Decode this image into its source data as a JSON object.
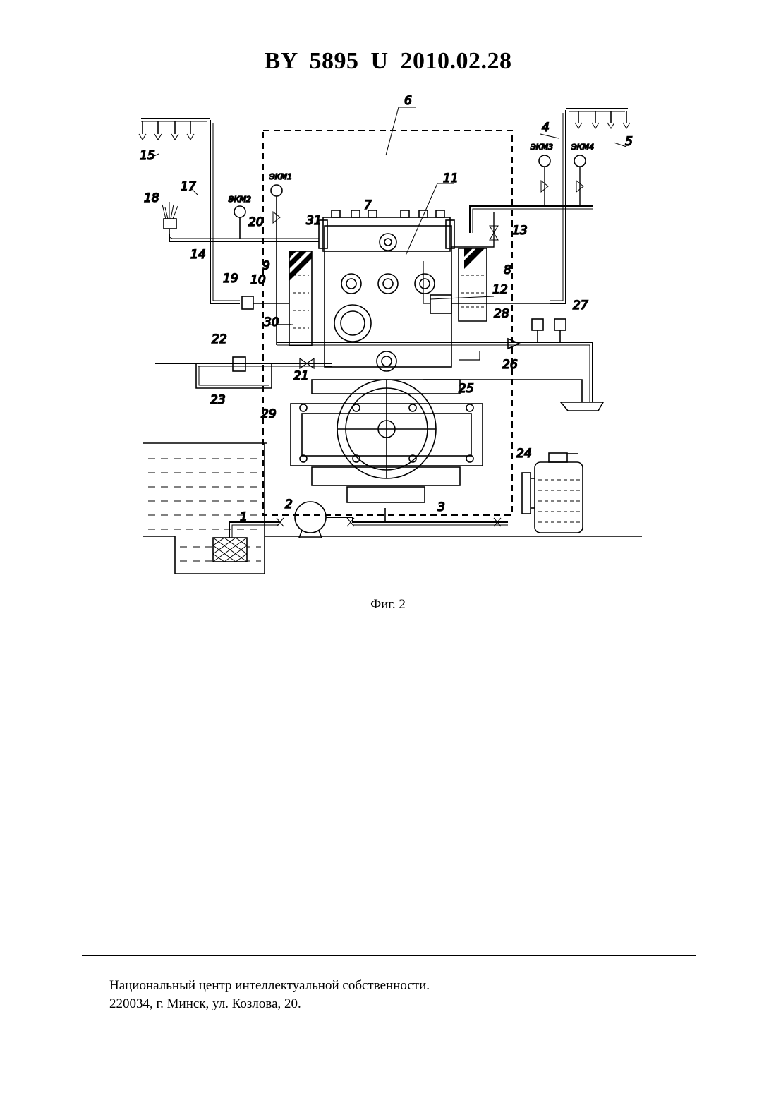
{
  "header": {
    "title": "BY  5895  U  2010.02.28"
  },
  "figure": {
    "caption": "Фиг. 2",
    "labels": [
      {
        "id": "1",
        "text": "1"
      },
      {
        "id": "2",
        "text": "2"
      },
      {
        "id": "3",
        "text": "3"
      },
      {
        "id": "4",
        "text": "4"
      },
      {
        "id": "5",
        "text": "5"
      },
      {
        "id": "6",
        "text": "6"
      },
      {
        "id": "7",
        "text": "7"
      },
      {
        "id": "8",
        "text": "8"
      },
      {
        "id": "9",
        "text": "9"
      },
      {
        "id": "10",
        "text": "10"
      },
      {
        "id": "11",
        "text": "11"
      },
      {
        "id": "12",
        "text": "12"
      },
      {
        "id": "13",
        "text": "13"
      },
      {
        "id": "14",
        "text": "14"
      },
      {
        "id": "15",
        "text": "15"
      },
      {
        "id": "17",
        "text": "17"
      },
      {
        "id": "18",
        "text": "18"
      },
      {
        "id": "19",
        "text": "19"
      },
      {
        "id": "20",
        "text": "20"
      },
      {
        "id": "21",
        "text": "21"
      },
      {
        "id": "22",
        "text": "22"
      },
      {
        "id": "23",
        "text": "23"
      },
      {
        "id": "24",
        "text": "24"
      },
      {
        "id": "25",
        "text": "25"
      },
      {
        "id": "26",
        "text": "26"
      },
      {
        "id": "27",
        "text": "27"
      },
      {
        "id": "28",
        "text": "28"
      },
      {
        "id": "29",
        "text": "29"
      },
      {
        "id": "30",
        "text": "30"
      },
      {
        "id": "31",
        "text": "31"
      }
    ],
    "gauges": [
      {
        "id": "ekm1",
        "text": "ЭКМ1"
      },
      {
        "id": "ekm2",
        "text": "ЭКМ2"
      },
      {
        "id": "ekm3",
        "text": "ЭКМ3"
      },
      {
        "id": "ekm4",
        "text": "ЭКМ4"
      }
    ]
  },
  "footer": {
    "line1": "Национальный центр интеллектуальной собственности.",
    "line2": "220034, г. Минск, ул. Козлова, 20."
  }
}
